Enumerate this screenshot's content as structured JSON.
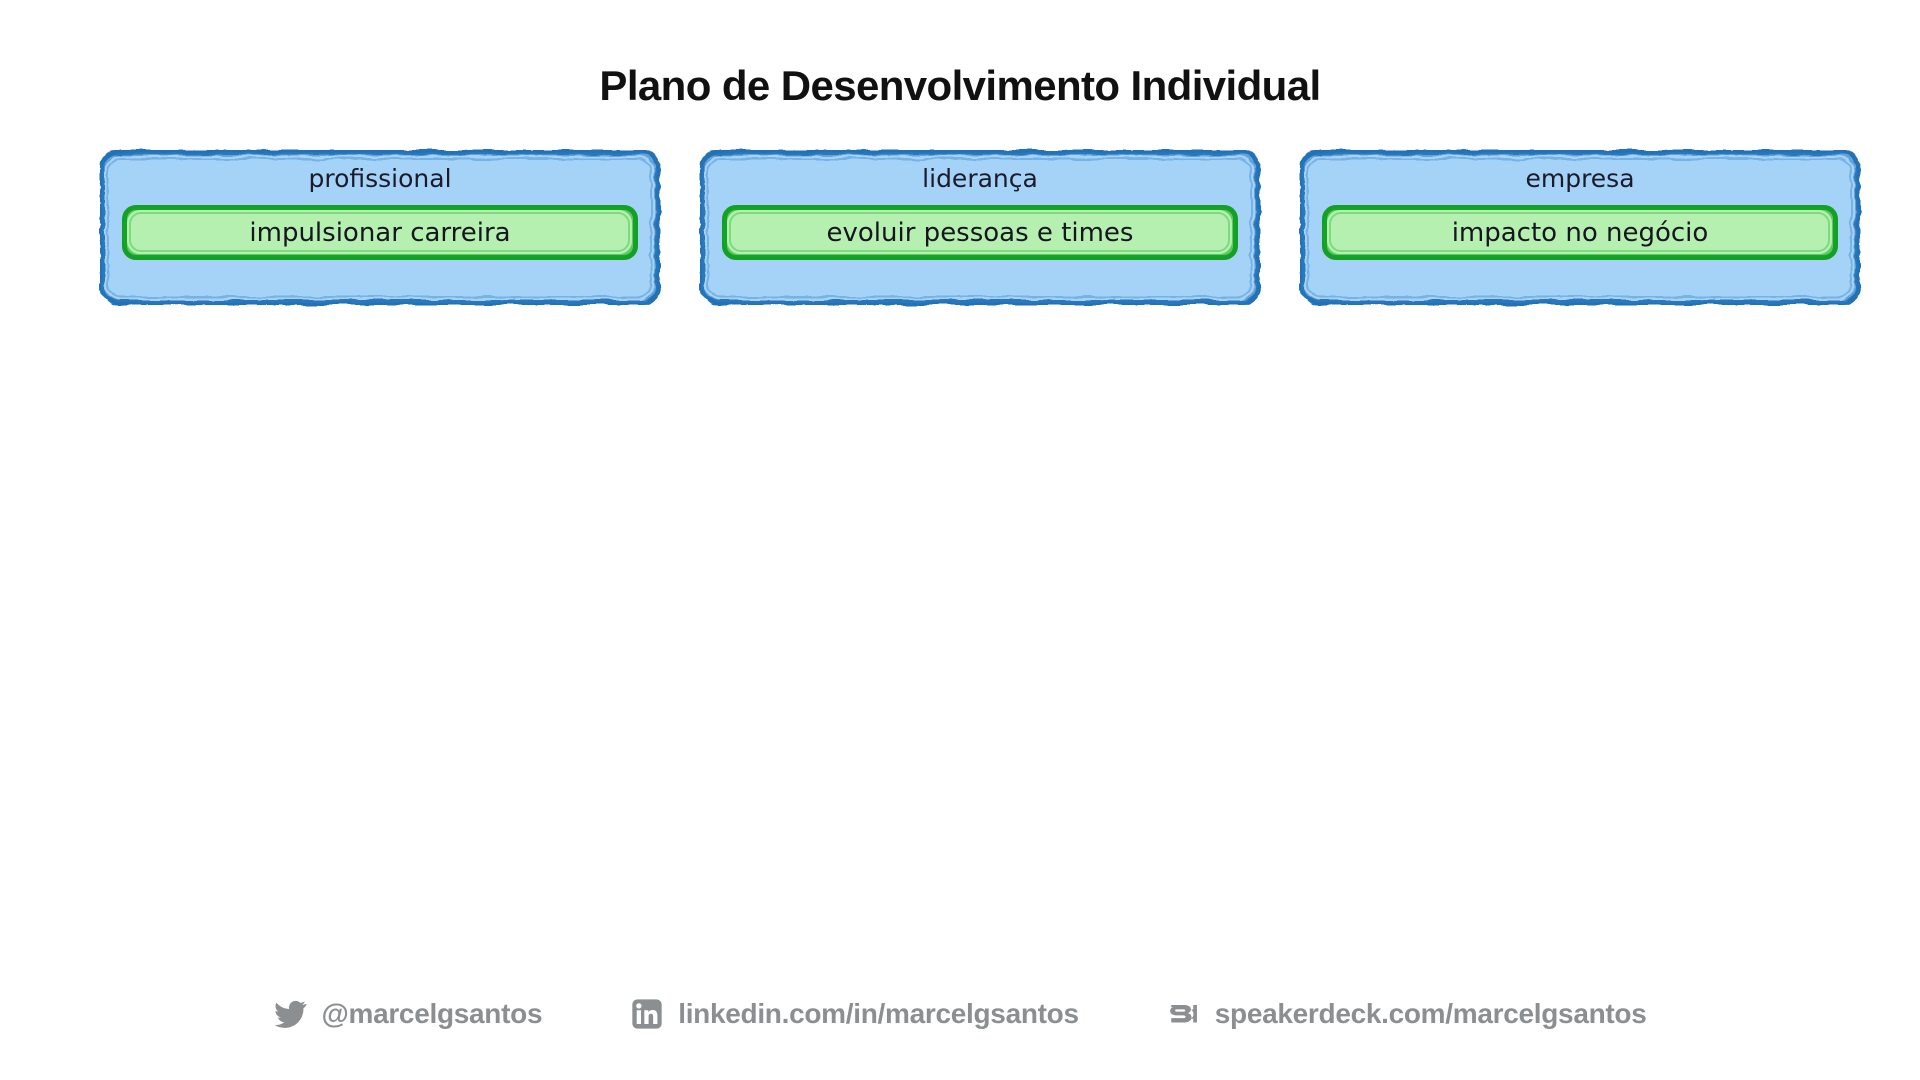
{
  "slide": {
    "title": "Plano de Desenvolvimento Individual",
    "background_color": "#ffffff"
  },
  "theme": {
    "outer_fill": "#a5d2f7",
    "outer_stroke": "#2272b8",
    "inner_fill": "#b6f0b0",
    "inner_stroke": "#14a024",
    "title_color": "#111111",
    "footer_color": "#8c8f91",
    "handwriting_color": "#1b1b2b"
  },
  "cards": [
    {
      "label": "profissional",
      "inner_label": "impulsionar carreira"
    },
    {
      "label": "liderança",
      "inner_label": "evoluir pessoas e times"
    },
    {
      "label": "empresa",
      "inner_label": "impacto no negócio"
    }
  ],
  "footer": {
    "items": [
      {
        "icon": "twitter-icon",
        "text": "@marcelgsantos"
      },
      {
        "icon": "linkedin-icon",
        "text": "linkedin.com/in/marcelgsantos"
      },
      {
        "icon": "speakerdeck-icon",
        "text": "speakerdeck.com/marcelgsantos"
      }
    ]
  }
}
